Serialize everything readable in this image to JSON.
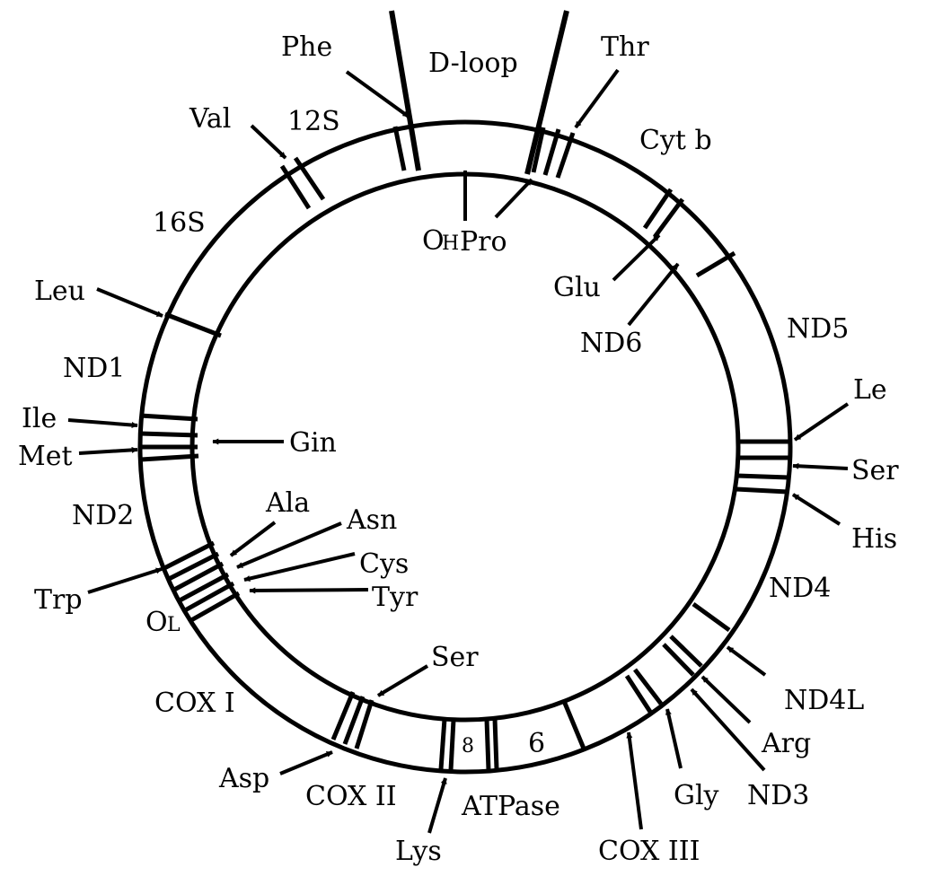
{
  "labels": {
    "phe": "Phe",
    "d_loop": "D-loop",
    "thr": "Thr",
    "val": "Val",
    "s12": "12S",
    "cyt_b": "Cyt b",
    "s16": "16S",
    "oh_o": "O",
    "oh_h": "H",
    "pro": "Pro",
    "glu": "Glu",
    "leu1": "Leu",
    "nd6": "ND6",
    "nd5": "ND5",
    "nd1": "ND1",
    "le": "Le",
    "ile": "Ile",
    "gln": "Gin",
    "ser_right": "Ser",
    "met": "Met",
    "his": "His",
    "ala": "Ala",
    "nd2": "ND2",
    "asn": "Asn",
    "cys": "Cys",
    "nd4": "ND4",
    "trp": "Trp",
    "tyr": "Tyr",
    "ol_o": "O",
    "ol_l": "L",
    "ser_bottom": "Ser",
    "nd4l": "ND4L",
    "cox1": "COX I",
    "arg": "Arg",
    "atp8": "8",
    "atp6": "6",
    "asp": "Asp",
    "cox2": "COX II",
    "gly": "Gly",
    "nd3": "ND3",
    "atpase": "ATPase",
    "lys": "Lys",
    "cox3": "COX III"
  }
}
